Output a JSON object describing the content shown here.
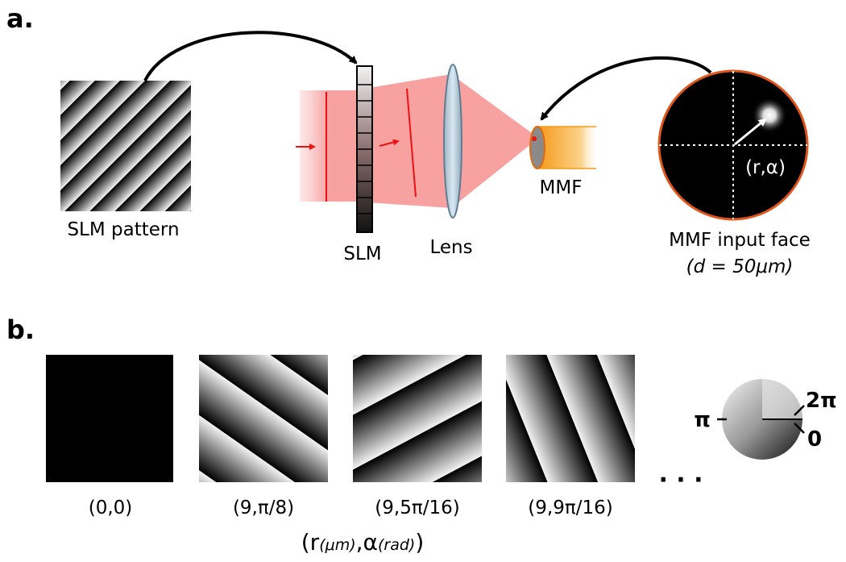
{
  "panel_a": {
    "label": "a.",
    "slm_pattern_label": "SLM pattern",
    "slm_label": "SLM",
    "lens_label": "Lens",
    "mmf_label": "MMF",
    "input_face_label": "MMF input face",
    "diameter_label": "(d = 50μm)",
    "coord_label": "(r,α)"
  },
  "panel_b": {
    "label": "b.",
    "patterns": [
      {
        "caption": "(0,0)"
      },
      {
        "caption": "(9,π/8)"
      },
      {
        "caption": "(9,5π/16)"
      },
      {
        "caption": "(9,9π/16)"
      }
    ],
    "ellipsis": "· · ·",
    "axis_label_r": "r",
    "axis_unit_r": "(μm)",
    "axis_sep": ",",
    "axis_label_alpha": "α",
    "axis_unit_alpha": "(rad)",
    "axis_open": "(",
    "axis_close": ")",
    "phase_wheel": {
      "label_pi": "π",
      "label_2pi": "2π",
      "label_0": "0"
    }
  },
  "colors": {
    "beam": "#f7a1a1",
    "wavefront": "#e11",
    "fiber_orange": "#f59a1a",
    "face_border": "#e0551c"
  }
}
